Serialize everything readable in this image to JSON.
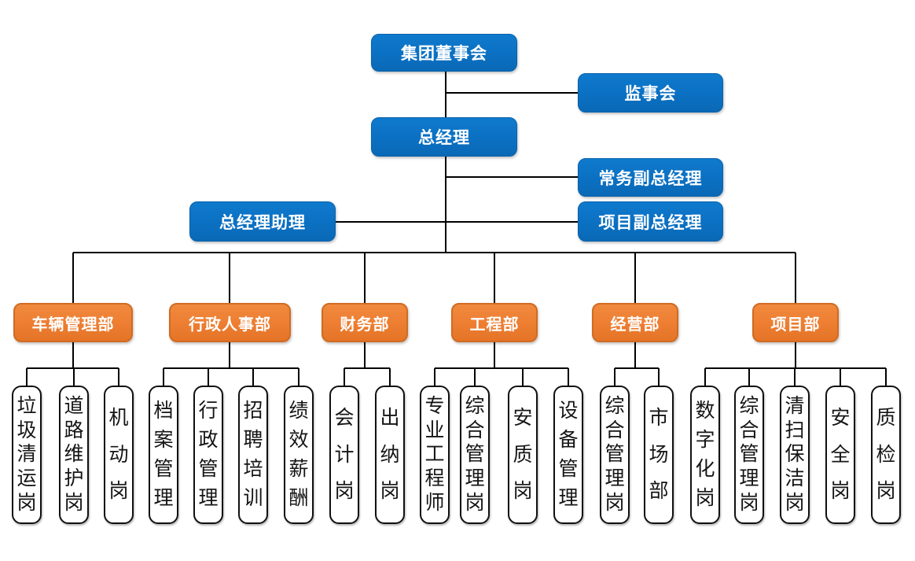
{
  "colors": {
    "executive_box_blue": "#0B70C2",
    "department_box_orange": "#ED7D31",
    "position_box_background": "#FFFFFF",
    "position_box_border": "#111111",
    "connector_line": "#000000",
    "executive_text": "#FFFFFF",
    "department_text": "#FFFFFF",
    "position_text": "#151515"
  },
  "org": {
    "board": "集团董事会",
    "supervisory_board": "监事会",
    "general_manager": "总经理",
    "executive_deputy_gm": "常务副总经理",
    "gm_assistant": "总经理助理",
    "project_deputy_gm": "项目副总经理",
    "departments": [
      {
        "label": "车辆管理部",
        "positions": [
          "垃圾清运岗",
          "道路维护岗",
          "机动岗"
        ]
      },
      {
        "label": "行政人事部",
        "positions": [
          "档案管理",
          "行政管理",
          "招聘培训",
          "绩效薪酬"
        ]
      },
      {
        "label": "财务部",
        "positions": [
          "会计岗",
          "出纳岗"
        ]
      },
      {
        "label": "工程部",
        "positions": [
          "专业工程师",
          "综合管理岗",
          "安质岗",
          "设备管理"
        ]
      },
      {
        "label": "经营部",
        "positions": [
          "综合管理岗",
          "市场部"
        ]
      },
      {
        "label": "项目部",
        "positions": [
          "数字化岗",
          "综合管理岗",
          "清扫保洁岗",
          "安全岗",
          "质检岗"
        ]
      }
    ]
  }
}
